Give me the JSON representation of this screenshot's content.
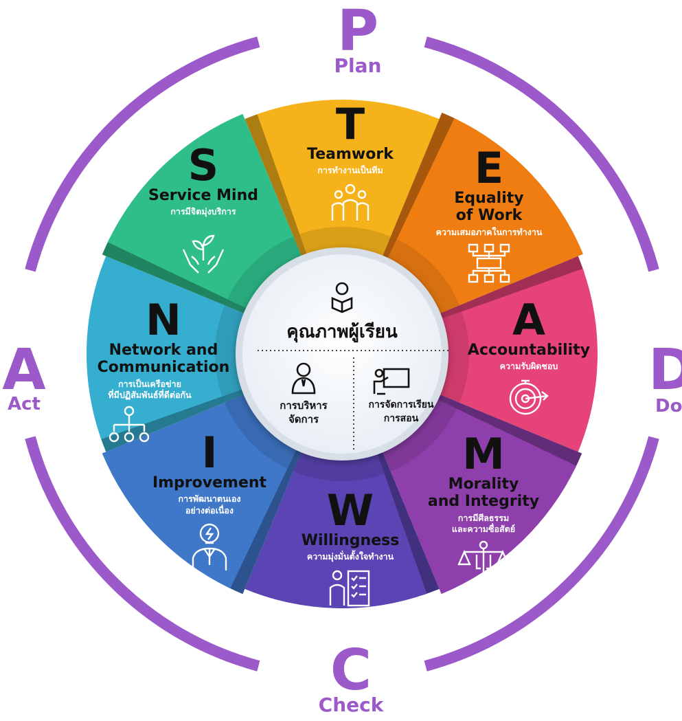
{
  "pdca": {
    "plan": {
      "letter": "P",
      "word": "Plan"
    },
    "do": {
      "letter": "D",
      "word": "Do"
    },
    "check": {
      "letter": "C",
      "word": "Check"
    },
    "act": {
      "letter": "A",
      "word": "Act"
    }
  },
  "segments": [
    {
      "key": "teamwork",
      "letter": "T",
      "title": "Teamwork",
      "subtitle": "การทำงานเป็นทีม",
      "color": "#f6b21a",
      "icon": "team-icon"
    },
    {
      "key": "equality",
      "letter": "E",
      "title": "Equality\nof Work",
      "subtitle": "ความเสมอภาคในการทำงาน",
      "color": "#ef7d12",
      "icon": "workflow-icon"
    },
    {
      "key": "accountability",
      "letter": "A",
      "title": "Accountability",
      "subtitle": "ความรับผิดชอบ",
      "color": "#e64378",
      "icon": "target-icon"
    },
    {
      "key": "morality",
      "letter": "M",
      "title": "Morality\nand Integrity",
      "subtitle": "การมีศีลธรรม\nและความซื่อสัตย์",
      "color": "#8e3fab",
      "icon": "scales-icon"
    },
    {
      "key": "willingness",
      "letter": "W",
      "title": "Willingness",
      "subtitle": "ความมุ่งมั่นตั้งใจทำงาน",
      "color": "#5b44b3",
      "icon": "checklist-icon"
    },
    {
      "key": "improvement",
      "letter": "I",
      "title": "Improvement",
      "subtitle": "การพัฒนาตนเอง\nอย่างต่อเนื่อง",
      "color": "#3f77c9",
      "icon": "lightbulb-person-icon"
    },
    {
      "key": "network",
      "letter": "N",
      "title": "Network and\nCommunication",
      "subtitle": "การเป็นเครือข่าย\nที่มีปฏิสัมพันธ์ที่ดีต่อกัน",
      "color": "#35aecf",
      "icon": "network-icon"
    },
    {
      "key": "service",
      "letter": "S",
      "title": "Service Mind",
      "subtitle": "การมีจิตมุ่งบริการ",
      "color": "#2fbd8a",
      "icon": "plant-hands-icon"
    }
  ],
  "center": {
    "top_label": "คุณภาพผู้เรียน",
    "left_label": "การบริหาร\nจัดการ",
    "right_label": "การจัดการเรียน\nการสอน",
    "colors": {
      "ring": "#e9eff6",
      "text": "#111111"
    }
  },
  "colors": {
    "pdca": "#9b59c9"
  }
}
